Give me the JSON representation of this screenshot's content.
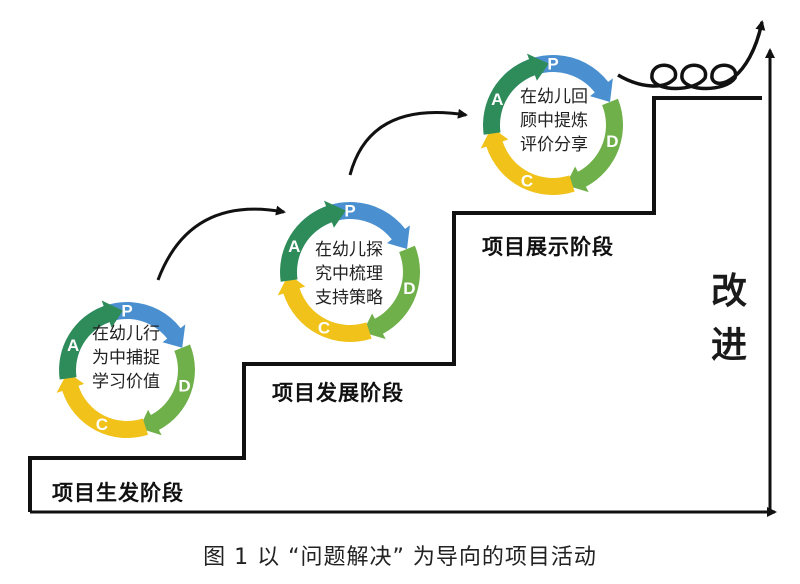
{
  "stages": [
    {
      "label": "项目生发阶段",
      "lines": [
        "在幼儿行",
        "为中捕捉",
        "学习价值"
      ]
    },
    {
      "label": "项目发展阶段",
      "lines": [
        "在幼儿探",
        "究中梳理",
        "支持策略"
      ]
    },
    {
      "label": "项目展示阶段",
      "lines": [
        "在幼儿回",
        "顾中提炼",
        "评价分享"
      ]
    }
  ],
  "cycle_letters": {
    "p": "P",
    "d": "D",
    "c": "C",
    "a": "A"
  },
  "improve": [
    "改",
    "进"
  ],
  "caption": "图 1   以 “问题解决” 为导向的项目活动",
  "colors": {
    "p": "#4a90d0",
    "d": "#6fb04a",
    "c": "#f0c21a",
    "a": "#2e8b5a",
    "line": "#111111"
  }
}
